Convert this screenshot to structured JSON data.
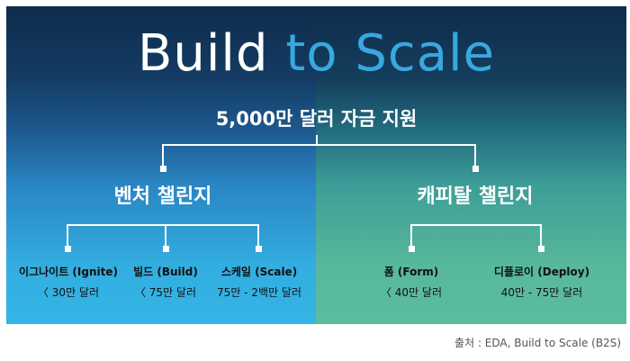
{
  "title": {
    "part1": "Build",
    "part2": "to Scale"
  },
  "subtitle": "5,000만 달러 자금 지원",
  "venture": {
    "heading": "벤처 챌린지",
    "items": [
      {
        "label": "이그나이트 (Ignite)",
        "amount": "〈 30만 달러"
      },
      {
        "label": "빌드 (Build)",
        "amount": "〈 75만 달러"
      },
      {
        "label": "스케일 (Scale)",
        "amount": "75만 - 2백만 달러"
      }
    ]
  },
  "capital": {
    "heading": "캐피탈 챌린지",
    "items": [
      {
        "label": "폼 (Form)",
        "amount": "〈 40만 달러"
      },
      {
        "label": "디플로이 (Deploy)",
        "amount": "40만 - 75만 달러"
      }
    ]
  },
  "source": "출처 : EDA, Build to Scale (B2S)",
  "colors": {
    "title_white": "#ffffff",
    "title_accent": "#38a8e0",
    "venture_panel": "#34b4e6",
    "capital_panel": "#5bbc9e",
    "header_dark": "#0f2c4c"
  }
}
